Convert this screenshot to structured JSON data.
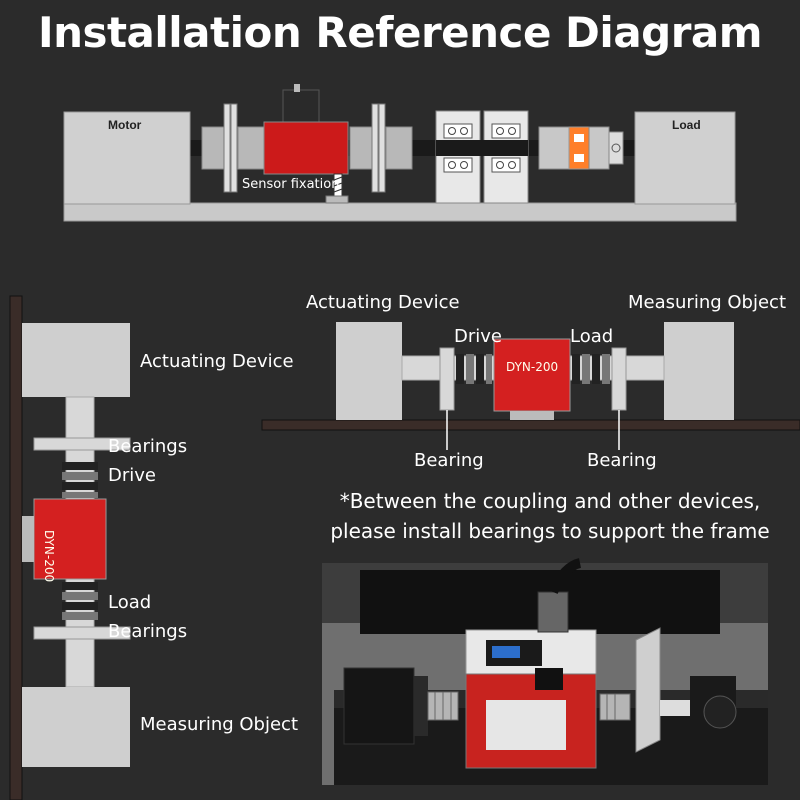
{
  "title": "Installation Reference Diagram",
  "top_diagram": {
    "motor_label": "Motor",
    "load_label": "Load",
    "sensor_fixation_label": "Sensor fixation"
  },
  "vertical_diagram": {
    "actuating_device_label": "Actuating Device",
    "bearings_top_label": "Bearings",
    "drive_label": "Drive",
    "sensor_model": "DYN-200",
    "load_label": "Load",
    "bearings_bottom_label": "Bearings",
    "measuring_object_label": "Measuring Object"
  },
  "horizontal_diagram": {
    "actuating_device_label": "Actuating Device",
    "measuring_object_label": "Measuring Object",
    "drive_label": "Drive",
    "load_label": "Load",
    "sensor_model": "DYN-200",
    "bearing_left_label": "Bearing",
    "bearing_right_label": "Bearing"
  },
  "note": {
    "line1": "*Between the coupling and other devices,",
    "line2": "please install bearings to support the frame"
  },
  "colors": {
    "background": "#2b2b2b",
    "sensor_red": "#d42020",
    "device_gray": "#cfcfcf",
    "coupling_orange": "#ff7f2a"
  }
}
